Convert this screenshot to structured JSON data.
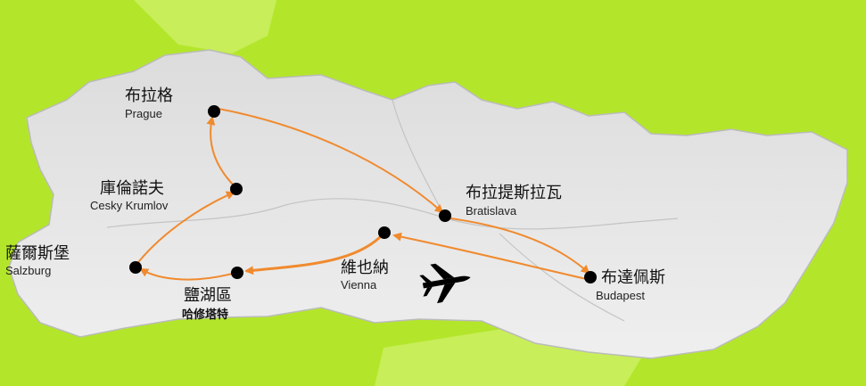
{
  "colors": {
    "background": "#b3e62a",
    "land": "#ececec",
    "route": "#f08a2e",
    "city": "#000000"
  },
  "cities": [
    {
      "id": "prague",
      "zh": "布拉格",
      "en": "Prague"
    },
    {
      "id": "cesky",
      "zh": "庫倫諾夫",
      "en": "Cesky Krumlov"
    },
    {
      "id": "salzburg",
      "zh": "薩爾斯堡",
      "en": "Salzburg"
    },
    {
      "id": "salzkammergut",
      "zh": "鹽湖區",
      "en": "",
      "sub": "哈修塔特"
    },
    {
      "id": "vienna",
      "zh": "維也納",
      "en": "Vienna"
    },
    {
      "id": "bratislava",
      "zh": "布拉提斯拉瓦",
      "en": "Bratislava"
    },
    {
      "id": "budapest",
      "zh": "布達佩斯",
      "en": "Budapest"
    }
  ],
  "icons": {
    "airplane": "airplane-icon"
  }
}
